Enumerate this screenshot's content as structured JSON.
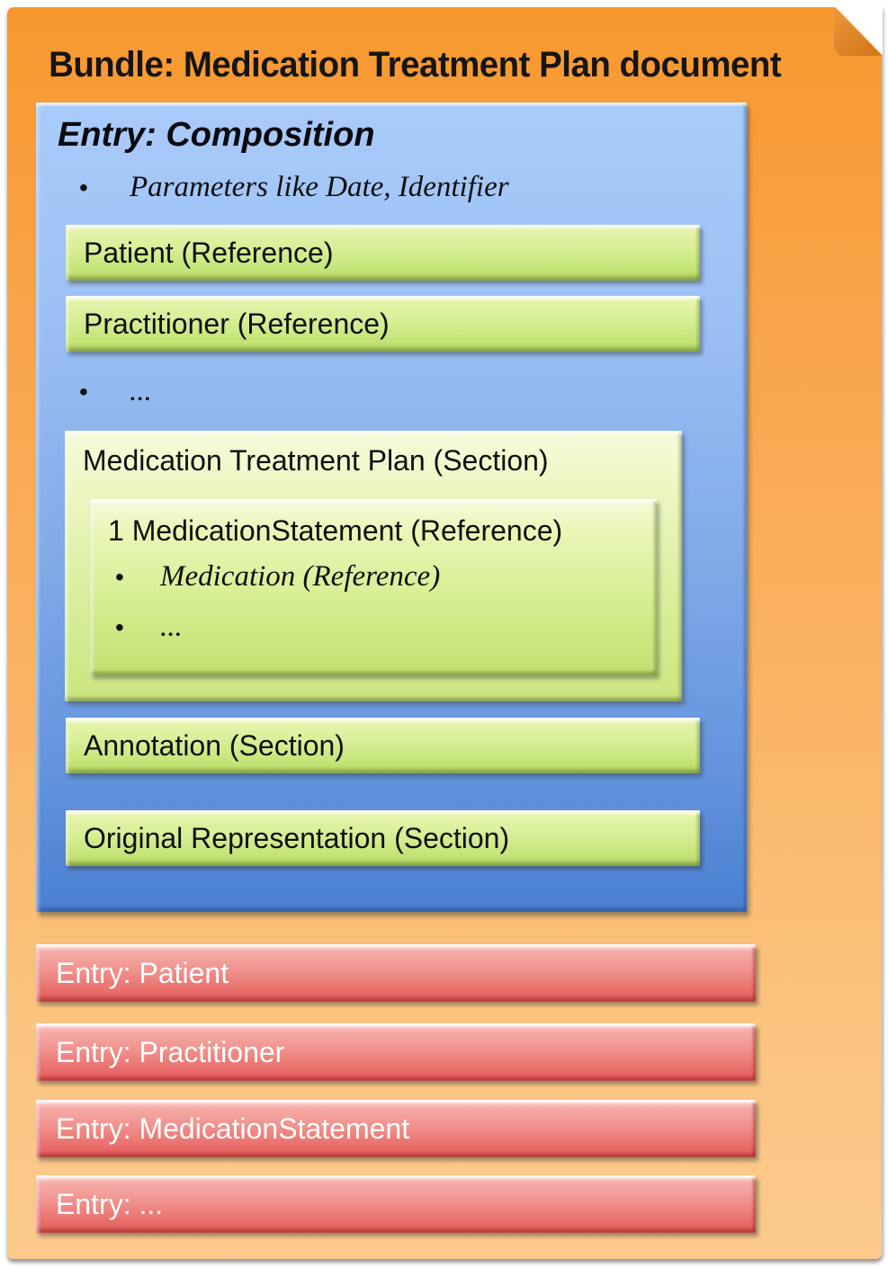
{
  "bundle": {
    "title": "Bundle: Medication Treatment Plan document"
  },
  "composition": {
    "title": "Entry: Composition",
    "bullet_parameters": "Parameters like Date, Identifier",
    "bullet_more": "...",
    "references": [
      "Patient (Reference)",
      "Practitioner (Reference)"
    ],
    "section": {
      "title": "Medication Treatment Plan (Section)",
      "statement": {
        "title": "1 MedicationStatement (Reference)",
        "bullets": [
          "Medication (Reference)",
          "..."
        ]
      }
    },
    "other_sections": [
      "Annotation (Section)",
      "Original Representation (Section)"
    ]
  },
  "entries": [
    "Entry: Patient",
    "Entry: Practitioner",
    "Entry: MedicationStatement",
    "Entry: ..."
  ],
  "colors": {
    "bundle_orange": "#F8982E",
    "fold_orange": "#DD8226",
    "composition_blue_top": "#AACBFA",
    "composition_blue_bottom": "#4B7FD2",
    "reference_green_top": "#E4F3AB",
    "reference_green_bottom": "#B5D964",
    "entry_red_top": "#F6ACA8",
    "entry_red_bottom": "#E25B58",
    "title_text": "#151515",
    "entry_text": "#FFFFFF"
  }
}
